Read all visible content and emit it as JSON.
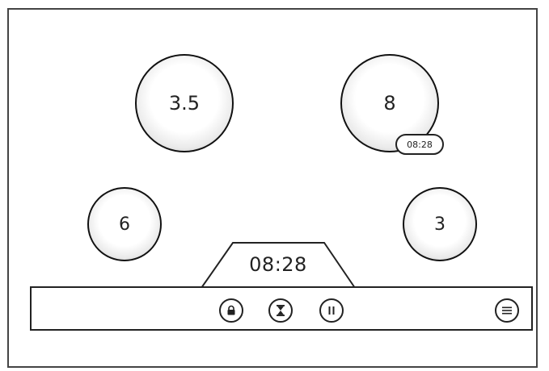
{
  "burners": {
    "top_left": {
      "value": "3.5"
    },
    "top_right": {
      "value": "8",
      "timer": "08:28"
    },
    "bottom_left": {
      "value": "6"
    },
    "bottom_right": {
      "value": "3"
    }
  },
  "timer_display": {
    "value": "08:28"
  },
  "controls": {
    "lock": {
      "icon": "lock-icon"
    },
    "timer": {
      "icon": "hourglass-icon"
    },
    "pause": {
      "icon": "pause-icon"
    },
    "menu": {
      "icon": "menu-icon"
    }
  }
}
